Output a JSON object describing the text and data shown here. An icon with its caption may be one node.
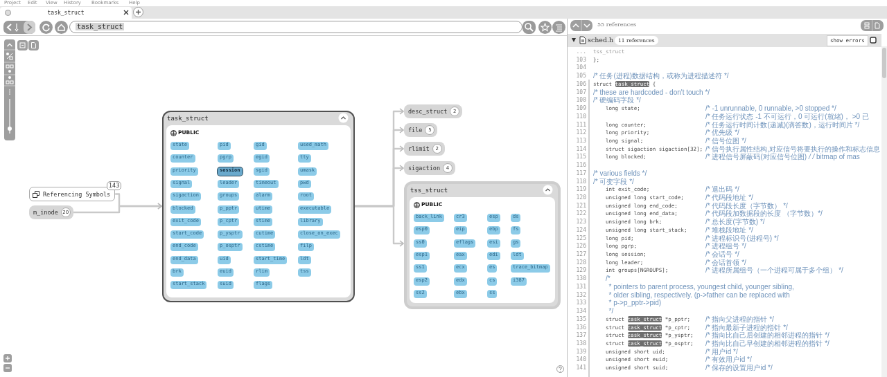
{
  "diagram": {
    "nodes": [
      {
        "text": [
          "Referencing Symbols"
        ],
        "beside": [
          "143"
        ]
      },
      {
        "text": [
          "m_inode",
          "20"
        ]
      },
      {
        "text": [
          "task_struct",
          "PUBLIC"
        ]
      },
      {
        "text": [
          "state"
        ],
        "in": 2
      },
      {
        "text": [
          "pid"
        ],
        "in": 2
      },
      {
        "text": [
          "gid"
        ],
        "in": 2
      },
      {
        "text": [
          "used_math"
        ],
        "in": 2
      },
      {
        "text": [
          "counter"
        ],
        "in": 2
      },
      {
        "text": [
          "pgrp"
        ],
        "in": 2
      },
      {
        "text": [
          "egid"
        ],
        "in": 2
      },
      {
        "text": [
          "tty"
        ],
        "in": 2
      },
      {
        "text": [
          "priority"
        ],
        "in": 2
      },
      {
        "text": [
          "session"
        ],
        "in": 2
      },
      {
        "text": [
          "sgid"
        ],
        "in": 2
      },
      {
        "text": [
          "umask"
        ],
        "in": 2
      },
      {
        "text": [
          "signal"
        ],
        "in": 2
      },
      {
        "text": [
          "leader"
        ],
        "in": 2
      },
      {
        "text": [
          "timeout"
        ],
        "in": 2
      },
      {
        "text": [
          "pwd"
        ],
        "in": 2
      },
      {
        "text": [
          "sigaction"
        ],
        "in": 2
      },
      {
        "text": [
          "groups"
        ],
        "in": 2
      },
      {
        "text": [
          "alarm"
        ],
        "in": 2
      },
      {
        "text": [
          "root"
        ],
        "in": 2
      },
      {
        "text": [
          "blocked"
        ],
        "in": 2
      },
      {
        "text": [
          "p_pptr"
        ],
        "in": 2
      },
      {
        "text": [
          "utime"
        ],
        "in": 2
      },
      {
        "text": [
          "executable"
        ],
        "in": 2
      },
      {
        "text": [
          "exit_code"
        ],
        "in": 2
      },
      {
        "text": [
          "p_cptr"
        ],
        "in": 2
      },
      {
        "text": [
          "stime"
        ],
        "in": 2
      },
      {
        "text": [
          "library"
        ],
        "in": 2
      },
      {
        "text": [
          "start_code"
        ],
        "in": 2
      },
      {
        "text": [
          "p_ysptr"
        ],
        "in": 2
      },
      {
        "text": [
          "cutime"
        ],
        "in": 2
      },
      {
        "text": [
          "close_on_exec"
        ],
        "in": 2
      },
      {
        "text": [
          "end_code"
        ],
        "in": 2
      },
      {
        "text": [
          "p_osptr"
        ],
        "in": 2
      },
      {
        "text": [
          "cstime"
        ],
        "in": 2
      },
      {
        "text": [
          "filp"
        ],
        "in": 2
      },
      {
        "text": [
          "end_data"
        ],
        "in": 2
      },
      {
        "text": [
          "uid"
        ],
        "in": 2
      },
      {
        "text": [
          "start_time"
        ],
        "in": 2
      },
      {
        "text": [
          "ldt"
        ],
        "in": 2
      },
      {
        "text": [
          "brk"
        ],
        "in": 2
      },
      {
        "text": [
          "euid"
        ],
        "in": 2
      },
      {
        "text": [
          "rlim"
        ],
        "in": 2
      },
      {
        "text": [
          "tss"
        ],
        "in": 2
      },
      {
        "text": [
          "start_stack"
        ],
        "in": 2
      },
      {
        "text": [
          "suid"
        ],
        "in": 2
      },
      {
        "text": [
          "flags"
        ],
        "in": 2
      },
      {
        "text": [
          "desc_struct",
          "2"
        ]
      },
      {
        "text": [
          "file",
          "5"
        ]
      },
      {
        "text": [
          "rlimit",
          "2"
        ]
      },
      {
        "text": [
          "sigaction",
          "4"
        ]
      },
      {
        "text": [
          "tss_struct",
          "PUBLIC"
        ]
      },
      {
        "text": [
          "back_link"
        ],
        "in": 54
      },
      {
        "text": [
          "cr3"
        ],
        "in": 54
      },
      {
        "text": [
          "esp"
        ],
        "in": 54
      },
      {
        "text": [
          "ds"
        ],
        "in": 54
      },
      {
        "text": [
          "esp0"
        ],
        "in": 54
      },
      {
        "text": [
          "eip"
        ],
        "in": 54
      },
      {
        "text": [
          "ebp"
        ],
        "in": 54
      },
      {
        "text": [
          "fs"
        ],
        "in": 54
      },
      {
        "text": [
          "ss0"
        ],
        "in": 54
      },
      {
        "text": [
          "eflags"
        ],
        "in": 54
      },
      {
        "text": [
          "esi"
        ],
        "in": 54
      },
      {
        "text": [
          "gs"
        ],
        "in": 54
      },
      {
        "text": [
          "esp1"
        ],
        "in": 54
      },
      {
        "text": [
          "eax"
        ],
        "in": 54
      },
      {
        "text": [
          "edi"
        ],
        "in": 54
      },
      {
        "text": [
          "ldt"
        ],
        "in": 54
      },
      {
        "text": [
          "ss1"
        ],
        "in": 54
      },
      {
        "text": [
          "ecx"
        ],
        "in": 54
      },
      {
        "text": [
          "es"
        ],
        "in": 54
      },
      {
        "text": [
          "trace_bitmap"
        ],
        "in": 54
      },
      {
        "text": [
          "esp2"
        ],
        "in": 54
      },
      {
        "text": [
          "edx"
        ],
        "in": 54
      },
      {
        "text": [
          "cs"
        ],
        "in": 54
      },
      {
        "text": [
          "i387"
        ],
        "in": 54
      },
      {
        "text": [
          "ss2"
        ],
        "in": 54
      },
      {
        "text": [
          "ebx"
        ],
        "in": 54
      },
      {
        "text": [
          "ss"
        ],
        "in": 54
      }
    ],
    "edges": [
      {
        "from": 0,
        "to": 2,
        "arrow": "to"
      },
      {
        "from": 1,
        "to": 2,
        "arrow": "to"
      },
      {
        "from": 2,
        "to": 50,
        "arrow": "to"
      },
      {
        "from": 2,
        "to": 51,
        "arrow": "to"
      },
      {
        "from": 2,
        "to": 52,
        "arrow": "to"
      },
      {
        "from": 2,
        "to": 53,
        "arrow": "to"
      },
      {
        "from": 2,
        "to": 54,
        "arrow": "to"
      }
    ],
    "labels": [
      "Project",
      "Edit",
      "View",
      "History",
      "Bookmarks",
      "Help",
      "task_struct",
      "task_struct",
      "55 references",
      "sched.h",
      "11 references",
      "show errors",
      "...",
      "tss_struct",
      "103",
      "};",
      "104",
      "105",
      "/* 任务(进程)数据结构，或称为进程描述符 */",
      "106",
      "struct **task_struct** {",
      "107",
      "/* these are hardcoded - don't touch */",
      "108",
      "/* 硬编码字段 */",
      "109",
      "long state;",
      "/* -1 unrunnable, 0 runnable, >0 stopped */",
      "110",
      "/* 任务运行状态 -1 不可运行，0 可运行(就绪)， >0 已",
      "111",
      "long counter;",
      "/* 任务运行时间计数(递减)(滴答数)，运行时间片 */",
      "112",
      "long priority;",
      "/* 优先级 */",
      "113",
      "long signal;",
      "/* 信号位图 */",
      "114",
      "struct sigaction sigaction[32];",
      "/* 信号执行属性结构,对应信号将要执行的操作和标志信息",
      "115",
      "long blocked;",
      "/* 进程信号屏蔽码(对应信号位图) */ /* bitmap of mas",
      "116",
      "117",
      "/* various fields */",
      "118",
      "/* 可变字段 */",
      "119",
      "int exit_code;",
      "/* 退出码 */",
      "120",
      "unsigned long start_code;",
      "/* 代码段地址 */",
      "121",
      "unsigned long end_code;",
      "/* 代码段长度（字节数） */",
      "122",
      "unsigned long end_data;",
      "/* 代码段加数据段的长度 （字节数）*/",
      "123",
      "unsigned long brk;",
      "/* 总长度(字节数) */",
      "124",
      "unsigned long start_stack;",
      "/* 堆栈段地址 */",
      "125",
      "long pid;",
      "/* 进程标识号(进程号) */",
      "126",
      "long pgrp;",
      "/* 进程组号 */",
      "127",
      "long session;",
      "/* 会话号 */",
      "128",
      "long leader;",
      "/* 会话首领 */",
      "129",
      "int groups[NGROUPS];",
      "/* 进程所属组号（一个进程可属于多个组） */",
      "130",
      "/*",
      "131",
      "* pointers to parent process, youngest child, younger sibling,",
      "132",
      "* older sibling, respectively.  (p->father can be replaced with",
      "133",
      "* p->p_pptr->pid)",
      "134",
      "*/",
      "135",
      "struct **task_struct** *p_pptr;",
      "/* 指向父进程的指针 */",
      "136",
      "struct **task_struct** *p_cptr;",
      "/* 指向最新子进程的指针 */",
      "137",
      "struct **task_struct** *p_ysptr;",
      "/* 指向比自己后创建的相邻进程的指针 */",
      "138",
      "struct **task_struct** *p_osptr;",
      "/* 指向比自己早创建的相邻进程的指针 */",
      "139",
      "unsigned short uid;",
      "/* 用户id */",
      "140",
      "unsigned short euid;",
      "/* 有效用户id */",
      "141",
      "unsigned short suid;",
      "/* 保存的设置用户id */"
    ]
  }
}
